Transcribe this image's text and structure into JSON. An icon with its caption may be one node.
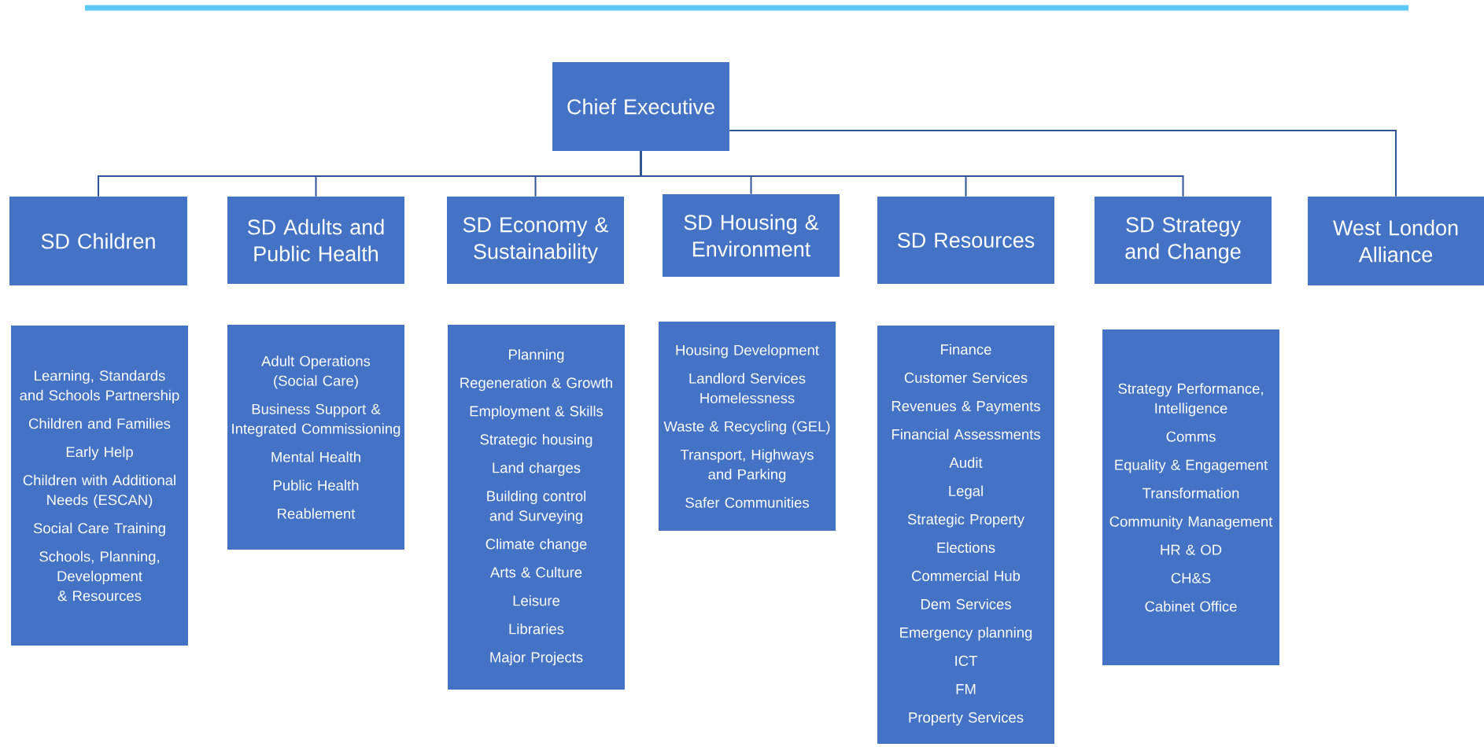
{
  "diagram": {
    "nodes": [
      {
        "text": [
          "Chief Executive"
        ]
      },
      {
        "text": [
          "SD Children"
        ]
      },
      {
        "text": [
          "SD Adults and Public Health"
        ]
      },
      {
        "text": [
          "SD Economy & Sustainability"
        ]
      },
      {
        "text": [
          "SD Housing & Environment"
        ]
      },
      {
        "text": [
          "SD Resources"
        ]
      },
      {
        "text": [
          "SD Strategy and Change"
        ]
      },
      {
        "text": [
          "West London Alliance"
        ]
      },
      {
        "text": [
          "Learning, Standards and Schools Partnership",
          "Children and Families",
          "Early Help",
          "Children with Additional Needs (ESCAN)",
          "Social Care Training",
          "Schools, Planning, Development & Resources"
        ]
      },
      {
        "text": [
          "Adult Operations (Social Care)",
          "Business Support & Integrated Commissioning",
          "Mental Health",
          "Public Health",
          "Reablement"
        ]
      },
      {
        "text": [
          "Planning",
          "Regeneration & Growth",
          "Employment & Skills",
          "Strategic housing",
          "Land charges",
          "Building control and Surveying",
          "Climate change",
          "Arts & Culture",
          "Leisure",
          "Libraries",
          "Major Projects"
        ]
      },
      {
        "text": [
          "Housing Development",
          "Landlord Services Homelessness",
          "Waste & Recycling (GEL)",
          "Transport, Highways and Parking",
          "Safer Communities"
        ]
      },
      {
        "text": [
          "Finance",
          "Customer Services",
          "Revenues & Payments",
          "Financial Assessments",
          "Audit",
          "Legal",
          "Strategic Property",
          "Elections",
          "Commercial Hub",
          "Dem Services",
          "Emergency planning",
          "ICT",
          "FM",
          "Property Services"
        ]
      },
      {
        "text": [
          "Strategy Performance, Intelligence",
          "Comms",
          "Equality & Engagement",
          "Transformation",
          "Community Management",
          "HR & OD",
          "CH&S",
          "Cabinet Office"
        ]
      }
    ],
    "edges": [
      {
        "from": 0,
        "to": 1,
        "arrow": "none"
      },
      {
        "from": 0,
        "to": 2,
        "arrow": "none"
      },
      {
        "from": 0,
        "to": 3,
        "arrow": "none"
      },
      {
        "from": 0,
        "to": 4,
        "arrow": "none"
      },
      {
        "from": 0,
        "to": 5,
        "arrow": "none"
      },
      {
        "from": 0,
        "to": 6,
        "arrow": "none"
      },
      {
        "from": 0,
        "to": 7,
        "arrow": "none"
      }
    ]
  }
}
